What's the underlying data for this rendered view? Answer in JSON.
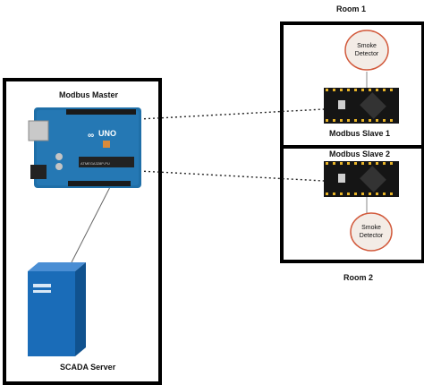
{
  "diagram": {
    "master_label": "Modbus Master",
    "scada_label": "SCADA Server",
    "room1_label": "Room 1",
    "room2_label": "Room 2",
    "slave1_label": "Modbus Slave 1",
    "slave2_label": "Modbus Slave 2",
    "detector1_label": [
      "Smoke",
      "Detector"
    ],
    "detector2_label": [
      "Smoke",
      "Detector"
    ],
    "arduino_brand": "UNO",
    "arduino_chip": "ATMEGA328P-PU",
    "colors": {
      "board_blue": "#1f6fa8",
      "server_blue": "#1a6cb8",
      "slave_black": "#151515",
      "slave_pin_gold": "#e8b428",
      "detector_fill": "#f3ece6",
      "detector_stroke": "#d25a3c"
    }
  }
}
